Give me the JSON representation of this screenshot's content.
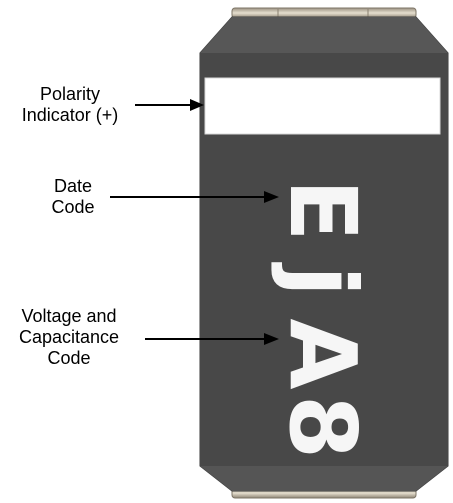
{
  "callouts": {
    "polarity": "Polarity\nIndicator (+)",
    "date_code": "Date\nCode",
    "voltage_capacitance": "Voltage and\nCapacitance\nCode"
  },
  "component": {
    "marking_chars": [
      "E",
      "j",
      "A",
      "8"
    ],
    "body_color": "#4a4a4a",
    "polarity_band_color": "#ffffff",
    "marking_color": "#f6f6f6"
  }
}
